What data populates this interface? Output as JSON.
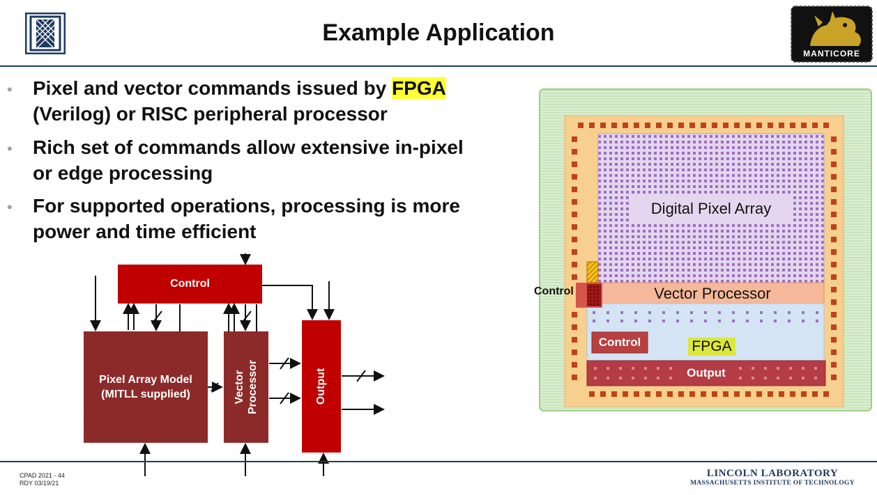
{
  "slide": {
    "title": "Example Application"
  },
  "bullets": [
    {
      "line1_pre": "Pixel and vector commands issued by ",
      "line1_hl": "FPGA",
      "line2": "(Verilog) or RISC peripheral processor"
    },
    {
      "line1_pre": "Rich set of commands allow extensive in-pixel",
      "line1_hl": "",
      "line2": "or edge processing"
    },
    {
      "line1_pre": "For supported operations, processing is more",
      "line1_hl": "",
      "line2": "power and time efficient"
    }
  ],
  "block_diagram": {
    "control": "Control",
    "pixel_array_line1": "Pixel Array Model",
    "pixel_array_line2": "(MITLL supplied)",
    "vector_line1": "Vector",
    "vector_line2": "Processor",
    "output": "Output"
  },
  "chip": {
    "digital_pixel_array": "Digital Pixel Array",
    "vector_processor": "Vector Processor",
    "control_outside": "Control",
    "control_inside": "Control",
    "fpga": "FPGA",
    "output": "Output"
  },
  "logo": {
    "text": "MANTICORE"
  },
  "footer": {
    "line1": "CPAD 2021 - 44",
    "line2": "RDY 03/19/21",
    "lab": "LINCOLN LABORATORY",
    "institute": "MASSACHUSETTS INSTITUTE OF TECHNOLOGY"
  },
  "colors": {
    "dark_red": "#8c2a2a",
    "red": "#c00000",
    "chip_green": "#d4ecc8",
    "chip_orange": "#f7cf8e",
    "pixel_lavender": "#e4d6ee",
    "vector_salmon": "#f6b89a",
    "fpga_blue": "#d4e4f4",
    "header_navy": "#1f3a5f"
  }
}
